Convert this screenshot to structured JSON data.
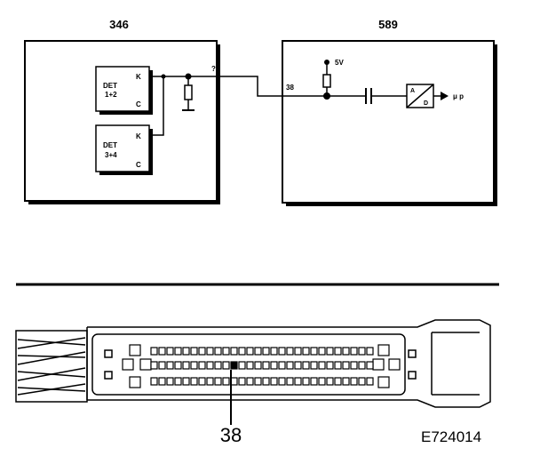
{
  "diagram": {
    "left_box_label": "346",
    "right_box_label": "589",
    "det1": {
      "name": "DET",
      "sub": "1+2",
      "k": "K",
      "c": "C"
    },
    "det2": {
      "name": "DET",
      "sub": "3+4",
      "k": "K",
      "c": "C"
    },
    "wire_tag": "?",
    "pin_label": "38",
    "supply": "5V",
    "adc": {
      "a": "A",
      "d": "D"
    },
    "output": "μ p"
  },
  "connector": {
    "pin_callout": "38",
    "figure_code": "E724014"
  }
}
